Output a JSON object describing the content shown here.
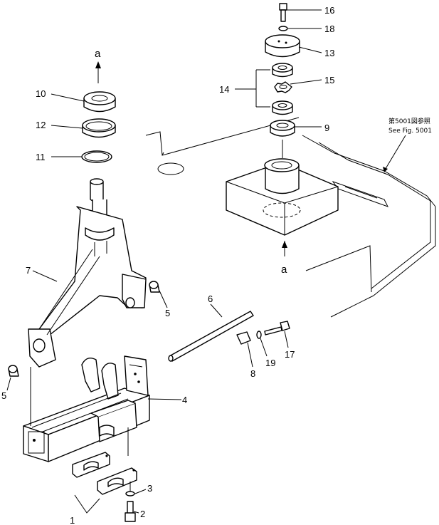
{
  "parts": {
    "p1": "1",
    "p2": "2",
    "p3": "3",
    "p4": "4",
    "p5a": "5",
    "p5b": "5",
    "p6": "6",
    "p7": "7",
    "p8": "8",
    "p9": "9",
    "p10": "10",
    "p11": "11",
    "p12": "12",
    "p13": "13",
    "p14": "14",
    "p15": "15",
    "p16": "16",
    "p17": "17",
    "p18": "18",
    "p19": "19"
  },
  "view_marks": {
    "top": "a",
    "bottom": "a"
  },
  "reference": {
    "line1": "第5001図参照",
    "line2": "See Fig. 5001"
  }
}
